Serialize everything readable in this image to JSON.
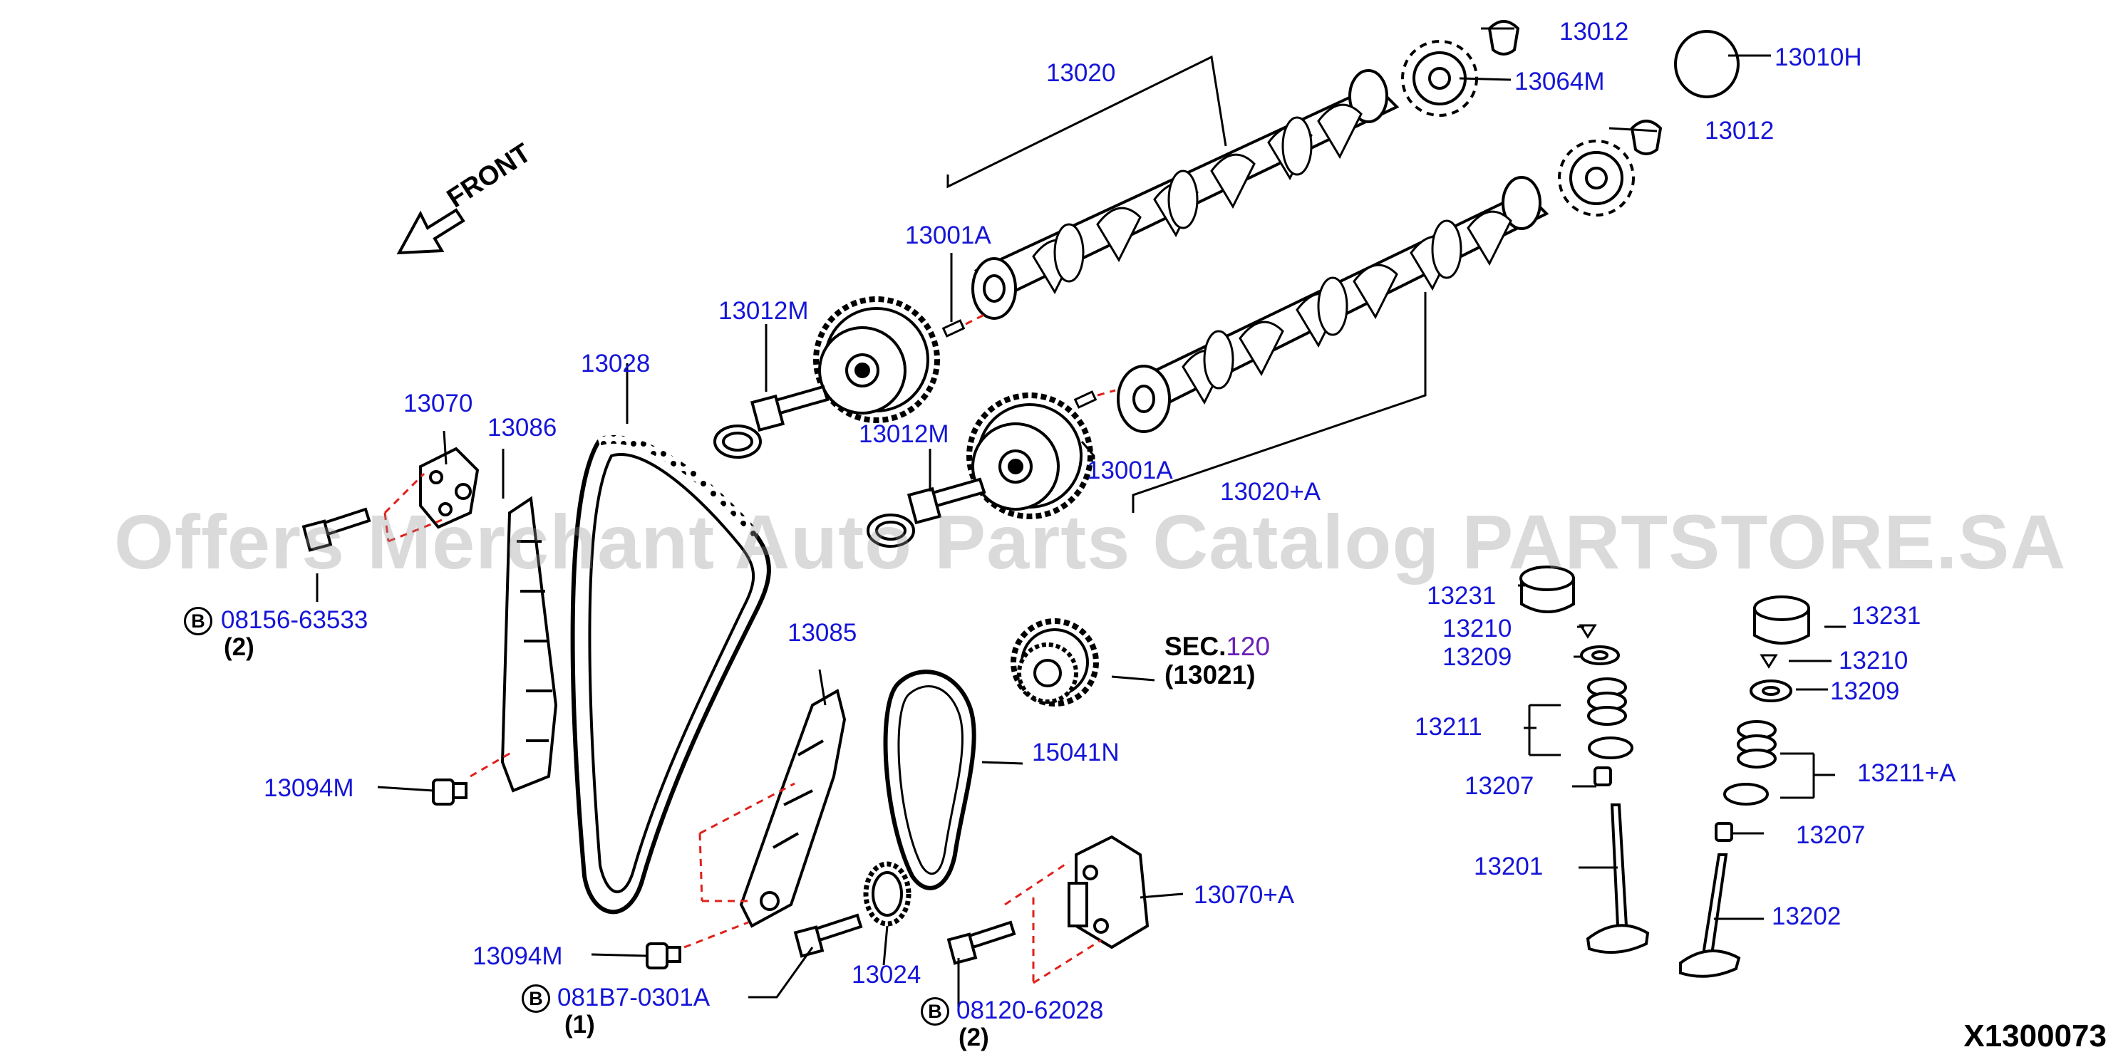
{
  "diagram": {
    "id": "X1300073",
    "watermark": "Offers Merchant Auto Parts Catalog PARTSTORE.SA",
    "front_label": "FRONT",
    "sec": {
      "prefix": "SEC.",
      "ref": "120",
      "sub": "(13021)"
    }
  },
  "labels": {
    "p13020": "13020",
    "p13012_a": "13012",
    "p13064M": "13064M",
    "p13010H": "13010H",
    "p13012_b": "13012",
    "p13001A_a": "13001A",
    "p13012M_a": "13012M",
    "p13028": "13028",
    "p13070": "13070",
    "p13086": "13086",
    "p13012M_b": "13012M",
    "p13001A_b": "13001A",
    "p13020A": "13020+A",
    "p08156": "08156-63533",
    "p08156_qty": "(2)",
    "p13231_a": "13231",
    "p13231_b": "13231",
    "p13210_a": "13210",
    "p13210_b": "13210",
    "p13209_a": "13209",
    "p13209_b": "13209",
    "p13085": "13085",
    "p15041N": "15041N",
    "p13211": "13211",
    "p13211A": "13211+A",
    "p13094M_a": "13094M",
    "p13207_a": "13207",
    "p13207_b": "13207",
    "p13201": "13201",
    "p13070A": "13070+A",
    "p13202": "13202",
    "p13094M_b": "13094M",
    "p13024": "13024",
    "p081B7": "081B7-0301A",
    "p081B7_qty": "(1)",
    "p08120": "08120-62028",
    "p08120_qty": "(2)"
  },
  "bolt_marker": "B",
  "colors": {
    "label": "#1515d8",
    "line": "#000000",
    "dash": "#e0201a",
    "sec_ref": "#6a1fb5"
  }
}
